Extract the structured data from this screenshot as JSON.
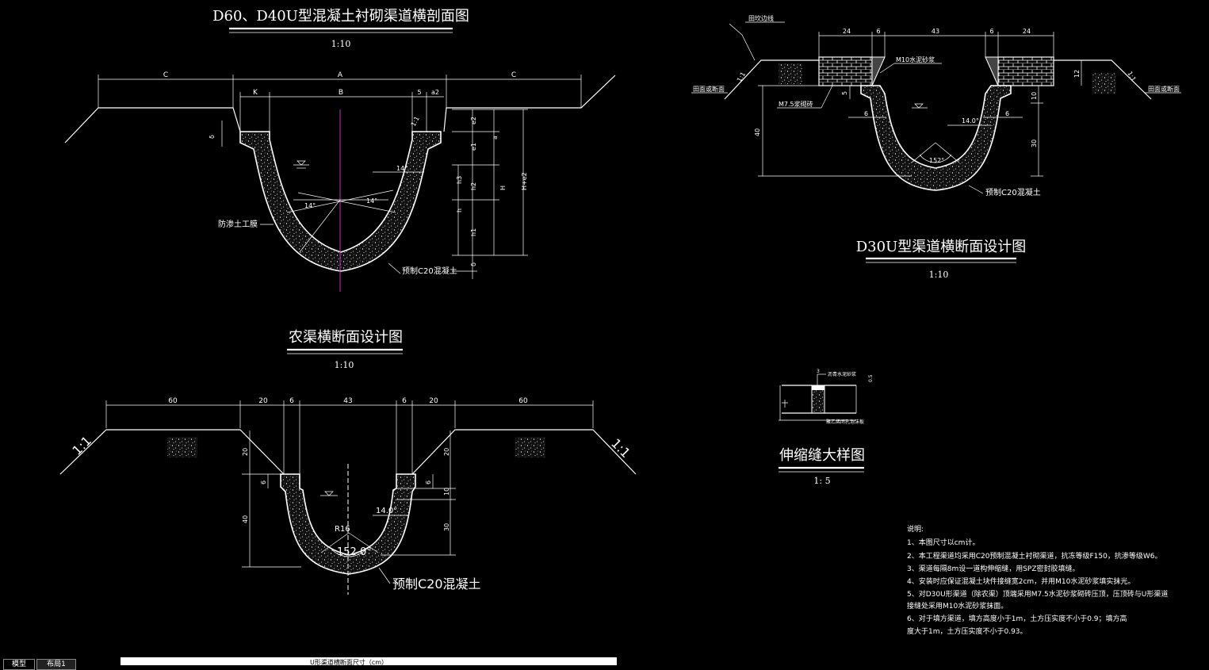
{
  "fig1": {
    "title": "D60、D40U型混凝土衬砌渠道横剖面图",
    "scale": "1:10",
    "dims_top": [
      "C",
      "A",
      "C"
    ],
    "dims_mid": [
      "K",
      "B",
      "5",
      "a2"
    ],
    "dims_right": [
      "e2",
      "e1",
      "h3",
      "h2",
      "h",
      "h1",
      "δ",
      "a",
      "H",
      "H+e2"
    ],
    "dim_left": "δ",
    "angle_left": "14°",
    "angle_right": "14°",
    "slope": "1:1",
    "label_membrane": "防渗土工膜",
    "label_concrete": "预制C20混凝土"
  },
  "fig2": {
    "title": "农渠横断面设计图",
    "scale": "1:10",
    "dims_top": [
      "60",
      "20",
      "6",
      "43",
      "6",
      "20",
      "60"
    ],
    "dims_left": [
      "20",
      "6",
      "40"
    ],
    "dims_right": [
      "20",
      "10",
      "6",
      "30"
    ],
    "slope_left": "1:1",
    "slope_right": "1:1",
    "radius": "R16",
    "angle_arc": "152.0°",
    "angle_side": "14.0°",
    "label_concrete": "预制C20混凝土"
  },
  "fig3": {
    "title": "D30U型渠道横断面设计图",
    "scale": "1:10",
    "dims_top": [
      "24",
      "6",
      "43",
      "6",
      "24"
    ],
    "label_edge": "田坎边线",
    "label_mortar": "M10水泥砂浆",
    "label_brick": "M7.5浆砌砖",
    "label_surface_left": "田面或断面",
    "label_surface_right": "田面或断面",
    "slope_left": "1:1",
    "slope_right": "1:1",
    "dims_left": [
      "40",
      "5",
      "6"
    ],
    "dims_right": [
      "12",
      "10",
      "6",
      "30"
    ],
    "angle_side": "14.0°",
    "angle_arc": "152°",
    "label_concrete": "预制C20混凝土"
  },
  "fig4": {
    "title": "伸缩缝大样图",
    "scale": "1: 5",
    "label_top": "沥青水泥砂浆",
    "label_bottom": "聚乙烯闭孔泡沫板",
    "dim_left": "3",
    "dim_right": "0.5"
  },
  "notes": {
    "heading": "说明:",
    "items": [
      "1、本图尺寸以cm计。",
      "2、本工程渠道均采用C20预制混凝土衬砌渠道，抗冻等级F150，抗渗等级W6。",
      "3、渠道每隔8m设一道构伸缩缝，用SPZ密封胶填缝。",
      "4、安装时应保证混凝土块件接缝宽2cm，并用M10水泥砂浆填实抹光。",
      "5、对D30U形渠道（除农渠）顶端采用M7.5水泥砂浆砌砖压顶，压顶砖与U形渠道",
      "接缝处采用M10水泥砂浆抹面。",
      "6、对于填方渠道，填方高度小于1m，土方压实度不小于0.9；填方高",
      "度大于1m，土方压实度不小于0.93。"
    ]
  },
  "footer": {
    "caption": "U形渠道横断面尺寸（cm）",
    "tab_model": "模型",
    "tab_layout": "布局1"
  }
}
